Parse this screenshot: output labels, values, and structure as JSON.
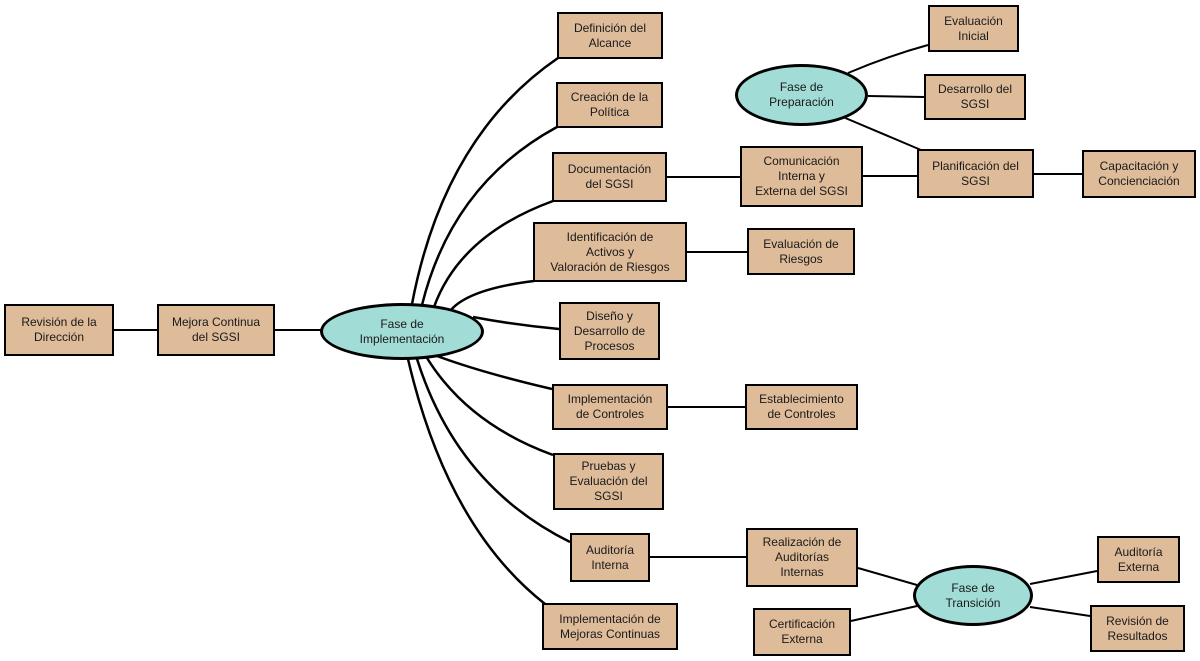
{
  "diagram": {
    "background": "#FFFFFF",
    "colors": {
      "background": "#FFFFFF",
      "node_fill": "#DEBB99",
      "node_border": "#000000",
      "phase_fill": "#A1DCD6",
      "line_color": "#000000",
      "text_color": "#1A1A1A"
    },
    "nodes": {
      "revision_direccion": {
        "label": "Revisión de la\nDirección",
        "shape": "box"
      },
      "mejora_continua": {
        "label": "Mejora Continua\ndel SGSI",
        "shape": "box"
      },
      "fase_implementacion": {
        "label": "Fase de\nImplementación",
        "shape": "ellipse"
      },
      "definicion_alcance": {
        "label": "Definición del\nAlcance",
        "shape": "box"
      },
      "creacion_politica": {
        "label": "Creación de la\nPolítica",
        "shape": "box"
      },
      "documentacion_sgsi": {
        "label": "Documentación\ndel SGSI",
        "shape": "box"
      },
      "comunicacion_sgsi": {
        "label": "Comunicación\nInterna y\nExterna del SGSI",
        "shape": "box"
      },
      "planificacion_sgsi": {
        "label": "Planificación del\nSGSI",
        "shape": "box"
      },
      "capacitacion": {
        "label": "Capacitación y\nConcienciación",
        "shape": "box"
      },
      "fase_preparacion": {
        "label": "Fase de\nPreparación",
        "shape": "ellipse"
      },
      "evaluacion_inicial": {
        "label": "Evaluación\nInicial",
        "shape": "box"
      },
      "desarrollo_sgsi": {
        "label": "Desarrollo del\nSGSI",
        "shape": "box"
      },
      "identificacion_activos": {
        "label": "Identificación de\nActivos y\nValoración de Riesgos",
        "shape": "box"
      },
      "evaluacion_riesgos": {
        "label": "Evaluación de\nRiesgos",
        "shape": "box"
      },
      "diseno_procesos": {
        "label": "Diseño y\nDesarrollo de\nProcesos",
        "shape": "box"
      },
      "implementacion_controles": {
        "label": "Implementación\nde Controles",
        "shape": "box"
      },
      "establecimiento_controles": {
        "label": "Establecimiento\nde Controles",
        "shape": "box"
      },
      "pruebas_evaluacion": {
        "label": "Pruebas y\nEvaluación del\nSGSI",
        "shape": "box"
      },
      "auditoria_interna": {
        "label": "Auditoría\nInterna",
        "shape": "box"
      },
      "realizacion_auditorias": {
        "label": "Realización de\nAuditorías\nInternas",
        "shape": "box"
      },
      "implementacion_mejoras": {
        "label": "Implementación de\nMejoras Continuas",
        "shape": "box"
      },
      "certificacion_externa": {
        "label": "Certificación\nExterna",
        "shape": "box"
      },
      "fase_transicion": {
        "label": "Fase de\nTransición",
        "shape": "ellipse"
      },
      "auditoria_externa": {
        "label": "Auditoría\nExterna",
        "shape": "box"
      },
      "revision_resultados": {
        "label": "Revisión de\nResultados",
        "shape": "box"
      }
    },
    "edges": [
      {
        "from": "revision_direccion",
        "to": "mejora_continua"
      },
      {
        "from": "mejora_continua",
        "to": "fase_implementacion"
      },
      {
        "from": "fase_implementacion",
        "to": "definicion_alcance"
      },
      {
        "from": "fase_implementacion",
        "to": "creacion_politica"
      },
      {
        "from": "fase_implementacion",
        "to": "documentacion_sgsi"
      },
      {
        "from": "fase_implementacion",
        "to": "identificacion_activos"
      },
      {
        "from": "fase_implementacion",
        "to": "diseno_procesos"
      },
      {
        "from": "fase_implementacion",
        "to": "implementacion_controles"
      },
      {
        "from": "fase_implementacion",
        "to": "pruebas_evaluacion"
      },
      {
        "from": "fase_implementacion",
        "to": "auditoria_interna"
      },
      {
        "from": "fase_implementacion",
        "to": "implementacion_mejoras"
      },
      {
        "from": "documentacion_sgsi",
        "to": "comunicacion_sgsi"
      },
      {
        "from": "comunicacion_sgsi",
        "to": "planificacion_sgsi"
      },
      {
        "from": "planificacion_sgsi",
        "to": "capacitacion"
      },
      {
        "from": "fase_preparacion",
        "to": "evaluacion_inicial"
      },
      {
        "from": "fase_preparacion",
        "to": "desarrollo_sgsi"
      },
      {
        "from": "fase_preparacion",
        "to": "planificacion_sgsi"
      },
      {
        "from": "identificacion_activos",
        "to": "evaluacion_riesgos"
      },
      {
        "from": "implementacion_controles",
        "to": "establecimiento_controles"
      },
      {
        "from": "auditoria_interna",
        "to": "realizacion_auditorias"
      },
      {
        "from": "realizacion_auditorias",
        "to": "fase_transicion"
      },
      {
        "from": "certificacion_externa",
        "to": "fase_transicion"
      },
      {
        "from": "fase_transicion",
        "to": "auditoria_externa"
      },
      {
        "from": "fase_transicion",
        "to": "revision_resultados"
      }
    ]
  }
}
